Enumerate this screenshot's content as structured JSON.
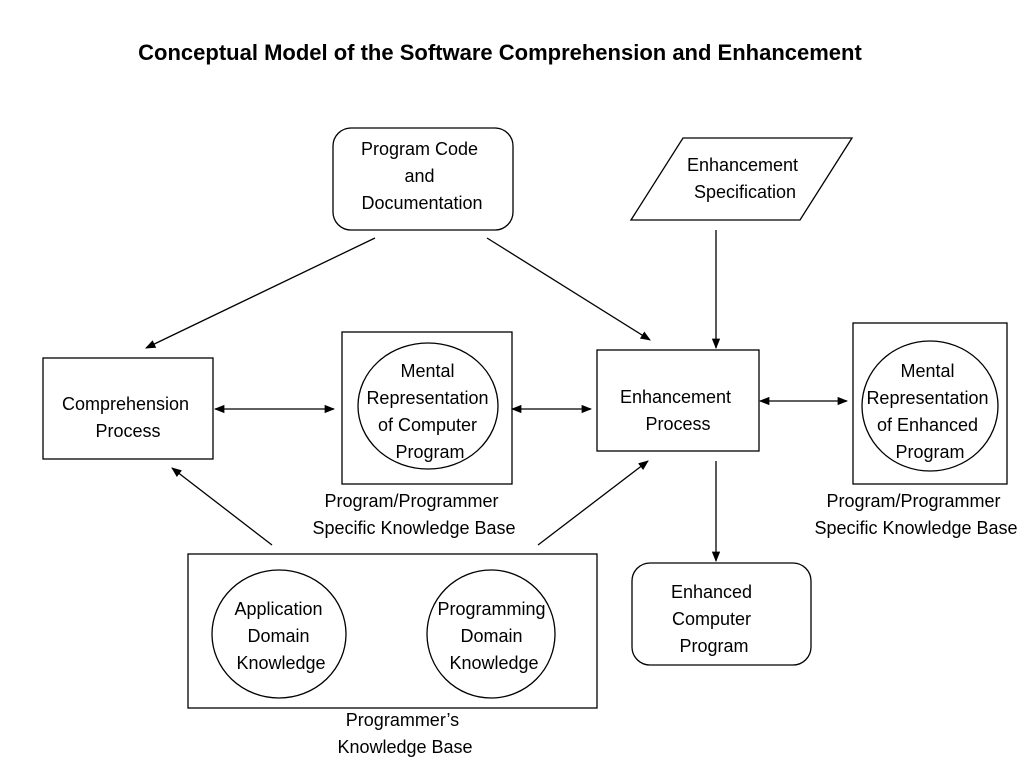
{
  "title": "Conceptual Model of the Software Comprehension and Enhancement",
  "nodes": {
    "program_code": [
      "Program Code",
      "and",
      "Documentation"
    ],
    "enhancement_spec": [
      "Enhancement",
      "Specification"
    ],
    "comprehension": [
      "Comprehension",
      "Process"
    ],
    "mental_rep_program": [
      "Mental",
      "Representation",
      "of Computer",
      "Program"
    ],
    "enhancement_process": [
      "Enhancement",
      "Process"
    ],
    "mental_rep_enhanced": [
      "Mental",
      "Representation",
      "of Enhanced",
      "Program"
    ],
    "specific_kb_1": [
      "Program/Programmer",
      "Specific Knowledge Base"
    ],
    "specific_kb_2": [
      "Program/Programmer",
      "Specific Knowledge Base"
    ],
    "application_domain": [
      "Application",
      "Domain",
      "Knowledge"
    ],
    "programming_domain": [
      "Programming",
      "Domain",
      "Knowledge"
    ],
    "programmers_kb": [
      "Programmer’s",
      "Knowledge Base"
    ],
    "enhanced_program": [
      "Enhanced",
      "Computer",
      "Program"
    ]
  }
}
